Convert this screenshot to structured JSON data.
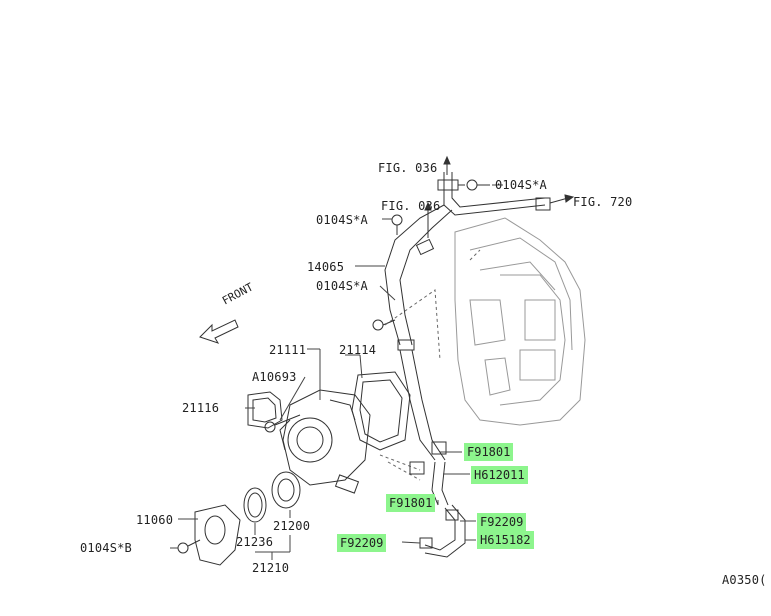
{
  "labels": {
    "fig036_top": "FIG. 036",
    "fig036_mid": "FIG. 036",
    "fig720": "FIG. 720",
    "bolt_top_right": "0104S*A",
    "bolt_top_left": "0104S*A",
    "bolt_mid": "0104S*A",
    "bolt_bottom": "0104S*B",
    "hose_14065": "14065",
    "front": "FRONT",
    "p21111": "21111",
    "p21114": "21114",
    "pA10693": "A10693",
    "p21116": "21116",
    "p11060": "11060",
    "p21200": "21200",
    "p21236": "21236",
    "p21210": "21210",
    "catalog_code": "A0350("
  },
  "highlighted": {
    "f91801_a": "F91801",
    "h612011": "H612011",
    "f91801_b": "F91801",
    "f92209_a": "F92209",
    "h615182": "H615182",
    "f92209_b": "F92209"
  },
  "colors": {
    "highlight": "#8df58d",
    "line": "#333333"
  }
}
